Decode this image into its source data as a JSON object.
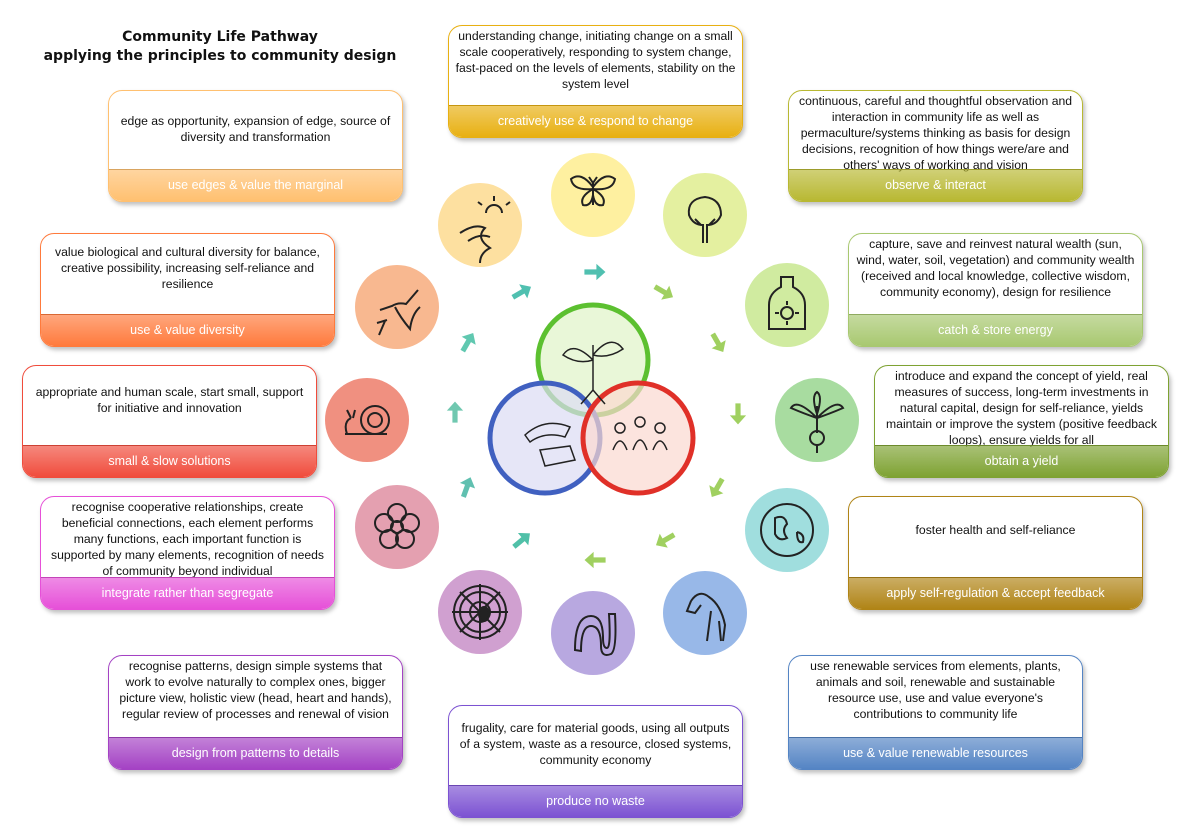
{
  "title": {
    "line1": "Community Life Pathway",
    "line2": "applying the principles to community design"
  },
  "principles": [
    {
      "label": "use edges & value the marginal",
      "desc": "edge as opportunity, expansion of edge, source of diversity and transformation",
      "color": "#ffc070",
      "icon": "mountain-path-icon"
    },
    {
      "label": "use & value diversity",
      "desc": "value biological and cultural diversity for balance, creative possibility, increasing self-reliance and resilience",
      "color": "#ff7a3c",
      "icon": "hummingbird-icon"
    },
    {
      "label": "small & slow solutions",
      "desc": "appropriate and human scale, start small, support for initiative and innovation",
      "color": "#f04c3c",
      "icon": "snail-icon"
    },
    {
      "label": "integrate rather than segregate",
      "desc": "recognise cooperative relationships, create beneficial connections, each element performs many functions, each important function is supported by many elements, recognition of needs of community beyond individual",
      "color": "#e650d8",
      "icon": "flower-icon"
    },
    {
      "label": "design from patterns to details",
      "desc": "recognise patterns, design simple systems that work to evolve naturally to complex ones, bigger picture view, holistic view (head, heart and hands), regular review of processes and renewal of vision",
      "color": "#a442c4",
      "icon": "spider-web-icon"
    },
    {
      "label": "produce no waste",
      "desc": "frugality, care for material goods, using all outputs of a system, waste as a resource, closed systems, community economy",
      "color": "#7c52d2",
      "icon": "worm-icon"
    },
    {
      "label": "use & value renewable resources",
      "desc": "use renewable services from elements, plants, animals and soil, renewable and sustainable resource use, use and value everyone's contributions to community life",
      "color": "#5484c4",
      "icon": "horse-icon"
    },
    {
      "label": "apply self-regulation & accept feedback",
      "desc": "foster health and self-reliance",
      "color": "#b08416",
      "icon": "globe-icon"
    },
    {
      "label": "obtain a yield",
      "desc": "introduce and expand the concept of yield, real measures of success, long-term investments in natural capital, design for self-reliance, yields maintain or improve the system (positive feedback loops), ensure yields for all",
      "color": "#7ea232",
      "icon": "beet-icon"
    },
    {
      "label": "catch & store energy",
      "desc": "capture, save and reinvest natural wealth (sun, wind, water, soil, vegetation) and community wealth (received and local knowledge, collective wisdom, community economy), design for resilience",
      "color": "#a8c870",
      "icon": "sun-bottle-icon"
    },
    {
      "label": "observe & interact",
      "desc": "continuous, careful and thoughtful observation and interaction in community life as well as permaculture/systems thinking as basis for design decisions, recognition of how things were/are and others' ways of working and vision",
      "color": "#b8b832",
      "icon": "tree-icon"
    },
    {
      "label": "creatively use & respond to change",
      "desc": "understanding change, initiating change on a small scale cooperatively, responding to system change, fast-paced on the levels of elements, stability on the system level",
      "color": "#e8b012",
      "icon": "butterfly-icon"
    }
  ]
}
